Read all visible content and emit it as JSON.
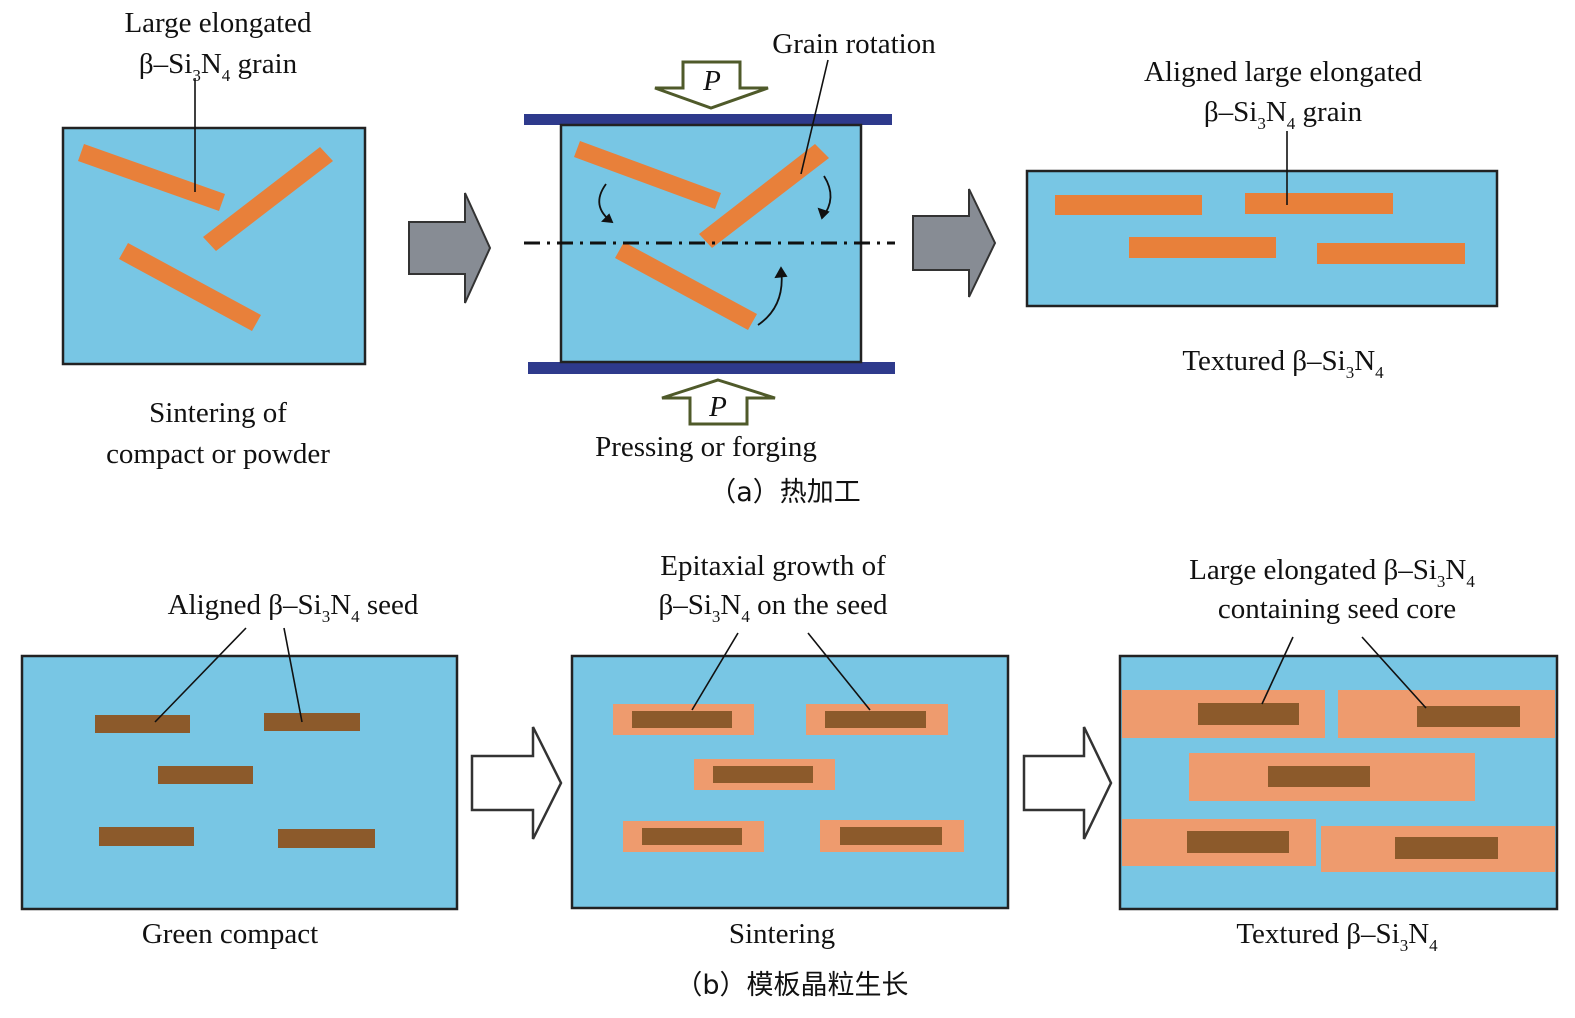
{
  "panel_a": {
    "caption": "（a）热加工",
    "step1": {
      "callout_line1": "Large elongated",
      "callout_line2_pre": "β–Si",
      "callout_line2_sub1": "3",
      "callout_line2_mid": "N",
      "callout_line2_sub2": "4",
      "callout_line2_post": " grain",
      "label_line1": "Sintering of",
      "label_line2": "compact or powder"
    },
    "step2": {
      "callout": "Grain rotation",
      "pressure_top": "P",
      "pressure_bottom": "P",
      "label": "Pressing or forging"
    },
    "step3": {
      "callout_line1": "Aligned large elongated",
      "callout_line2_pre": "β–Si",
      "callout_line2_sub1": "3",
      "callout_line2_mid": "N",
      "callout_line2_sub2": "4",
      "callout_line2_post": " grain",
      "label_pre": "Textured β–Si",
      "label_sub1": "3",
      "label_mid": "N",
      "label_sub2": "4"
    }
  },
  "panel_b": {
    "caption": "（b）模板晶粒生长",
    "step1": {
      "callout_pre": "Aligned β–Si",
      "callout_sub1": "3",
      "callout_mid": "N",
      "callout_sub2": "4",
      "callout_post": " seed",
      "label": "Green compact"
    },
    "step2": {
      "callout_line1": "Epitaxial growth of",
      "callout_line2_pre": "β–Si",
      "callout_line2_sub1": "3",
      "callout_line2_mid": "N",
      "callout_line2_sub2": "4",
      "callout_line2_post": " on the seed",
      "label": "Sintering"
    },
    "step3": {
      "callout_line1_pre": "Large elongated β–Si",
      "callout_line1_sub1": "3",
      "callout_line1_mid": "N",
      "callout_line1_sub2": "4",
      "callout_line2": "containing seed core",
      "label_pre": "Textured β–Si",
      "label_sub1": "3",
      "label_mid": "N",
      "label_sub2": "4"
    }
  },
  "colors": {
    "matrix": "#78c6e4",
    "grain": "#e8803a",
    "seed": "#8c5a2b",
    "overgrowth": "#ee9b6e",
    "platen": "#2e3a8c",
    "arrow_gray": "#878c94",
    "pressure_arrow": "#4f5a2a"
  }
}
